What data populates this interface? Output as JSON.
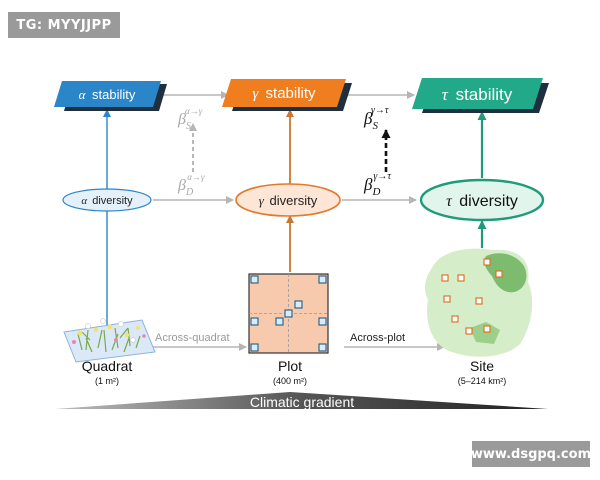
{
  "watermarks": {
    "top_left": "TG: MYYJJPP",
    "bottom_right": "www.dsgpq.com"
  },
  "colors": {
    "alpha": "#2a86c8",
    "gamma": "#f07d1e",
    "tau": "#22a98a",
    "arrow_grey": "#b5b5b5",
    "plot_fill": "#f7c9ad",
    "site_fill": "#d6edc9"
  },
  "stability": {
    "alpha": {
      "symbol": "α",
      "label": "stability"
    },
    "gamma": {
      "symbol": "γ",
      "label": "stability"
    },
    "tau": {
      "symbol": "τ",
      "label": "stability"
    }
  },
  "diversity": {
    "alpha": {
      "symbol": "α",
      "label": "diversity"
    },
    "gamma": {
      "symbol": "γ",
      "label": "diversity"
    },
    "tau": {
      "symbol": "τ",
      "label": "diversity"
    }
  },
  "betas": {
    "s_alpha_gamma": {
      "base": "β",
      "sub": "S",
      "sup": "α→γ"
    },
    "d_alpha_gamma": {
      "base": "β",
      "sub": "D",
      "sup": "α→γ"
    },
    "s_gamma_tau": {
      "base": "β",
      "sub": "S",
      "sup": "γ→τ"
    },
    "d_gamma_tau": {
      "base": "β",
      "sub": "D",
      "sup": "γ→τ"
    }
  },
  "arrows": {
    "across_quadrat": "Across-quadrat",
    "across_plot": "Across-plot"
  },
  "scales": {
    "quadrat": {
      "name": "Quadrat",
      "area": "(1 m²)"
    },
    "plot": {
      "name": "Plot",
      "area": "(400 m²)"
    },
    "site": {
      "name": "Site",
      "area": "(5–214 km²)"
    }
  },
  "gradient_label": "Climatic gradient"
}
